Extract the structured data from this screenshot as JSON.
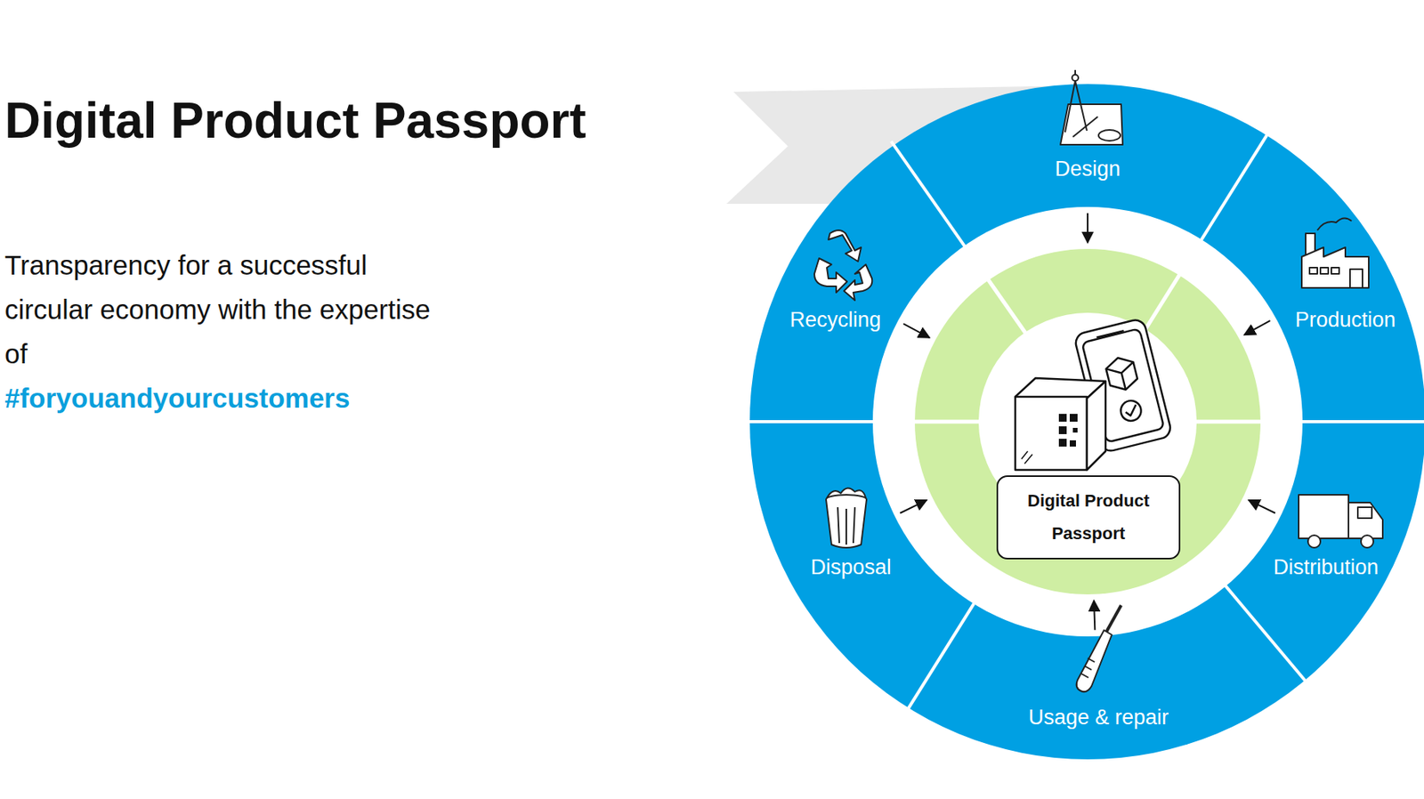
{
  "diagram": {
    "title": "Digital Product Passport",
    "nodes": [
      {
        "text": [
          "Design"
        ]
      },
      {
        "text": [
          "Production"
        ]
      },
      {
        "text": [
          "Distribution"
        ]
      },
      {
        "text": [
          "Usage & repair"
        ]
      },
      {
        "text": [
          "Disposal"
        ]
      },
      {
        "text": [
          "Recycling"
        ]
      },
      {
        "text": [
          "Digital Product Passport"
        ]
      }
    ],
    "edges": [
      {
        "from": 0,
        "to": 6,
        "arrow": "to"
      },
      {
        "from": 1,
        "to": 6,
        "arrow": "to"
      },
      {
        "from": 2,
        "to": 6,
        "arrow": "to"
      },
      {
        "from": 3,
        "to": 6,
        "arrow": "to"
      },
      {
        "from": 4,
        "to": 6,
        "arrow": "to"
      },
      {
        "from": 5,
        "to": 6,
        "arrow": "to"
      }
    ],
    "labels": [
      "Transparency for a successful circular economy with the expertise of",
      "#foryouandyourcustomers"
    ]
  }
}
